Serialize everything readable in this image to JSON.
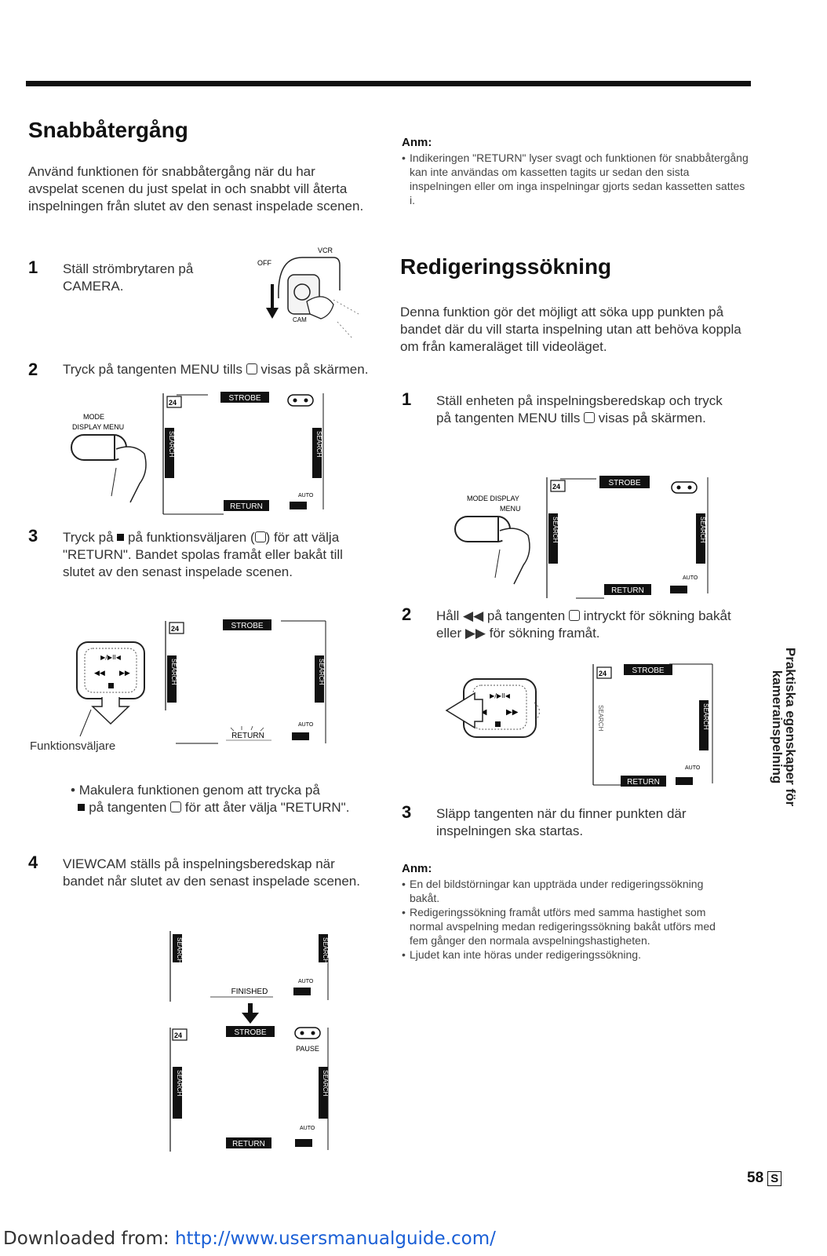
{
  "left": {
    "title": "Snabbåtergång",
    "intro": "Använd funktionen för snabbåtergång när du har avspelat scenen du just spelat in och snabbt vill återta inspelningen från slutet av den senast inspelade scenen.",
    "step1": {
      "num": "1",
      "text": "Ställ strömbrytaren på CAMERA."
    },
    "step2": {
      "num": "2",
      "text_a": "Tryck på tangenten MENU tills",
      "text_b": "visas på skärmen."
    },
    "step3": {
      "num": "3",
      "text_a": "Tryck på",
      "text_b": "på funktionsväljaren (",
      "text_c": ") för att välja \"RETURN\". Bandet spolas framåt eller bakåt till slutet av den senast inspelade scenen."
    },
    "caption_selector": "Funktionsväljare",
    "bullet_a": "Makulera funktionen genom att trycka på",
    "bullet_b": "på tangenten",
    "bullet_c": "för att åter välja \"RETURN\".",
    "step4": {
      "num": "4",
      "text": "VIEWCAM ställs på inspelningsberedskap när bandet når slutet av den senast inspelade scenen."
    }
  },
  "right": {
    "note1_title": "Anm:",
    "note1_items": [
      "Indikeringen \"RETURN\" lyser svagt och funktionen för snabbåtergång kan inte användas om kassetten tagits ur sedan den sista inspelningen eller om inga inspelningar gjorts sedan kassetten sattes i."
    ],
    "title": "Redigeringssökning",
    "intro": "Denna funktion gör det möjligt att söka upp punkten på bandet där du vill starta inspelning utan att behöva koppla om från kameraläget till videoläget.",
    "step1": {
      "num": "1",
      "text_a": "Ställ enheten på inspelningsberedskap och tryck på tangenten MENU tills",
      "text_b": "visas på skärmen."
    },
    "step2": {
      "num": "2",
      "text_a": "Håll",
      "text_b": "på tangenten",
      "text_c": "intryckt för sökning bakåt eller",
      "text_d": "för sökning framåt."
    },
    "step3": {
      "num": "3",
      "text": "Släpp tangenten när du finner punkten där inspelningen ska startas."
    },
    "note2_title": "Anm:",
    "note2_items": [
      "En del bildstörningar kan uppträda under redigeringssökning bakåt.",
      "Redigeringssökning framåt utförs med samma hastighet som normal avspelning medan redigeringssökning bakåt utförs med fem gånger den normala avspelningshastigheten.",
      "Ljudet kan inte höras under redigeringssökning."
    ]
  },
  "osd": {
    "strobe": "STROBE",
    "return": "RETURN",
    "auto": "AUTO",
    "search": "SEARCH",
    "finished": "FINISHED",
    "pause": "PAUSE",
    "menu_icon": "24",
    "mode_display": "MODE DISPLAY",
    "menu": "MENU",
    "off": "OFF",
    "vcr": "VCR",
    "cam": "CAM"
  },
  "side_tab": {
    "line1": "Praktiska egenskaper för",
    "line2": "kamerainspelning"
  },
  "page": {
    "number": "58",
    "lang_box": "S"
  },
  "footer": {
    "prefix": "Downloaded from: ",
    "url": "http://www.usersmanualguide.com/"
  }
}
